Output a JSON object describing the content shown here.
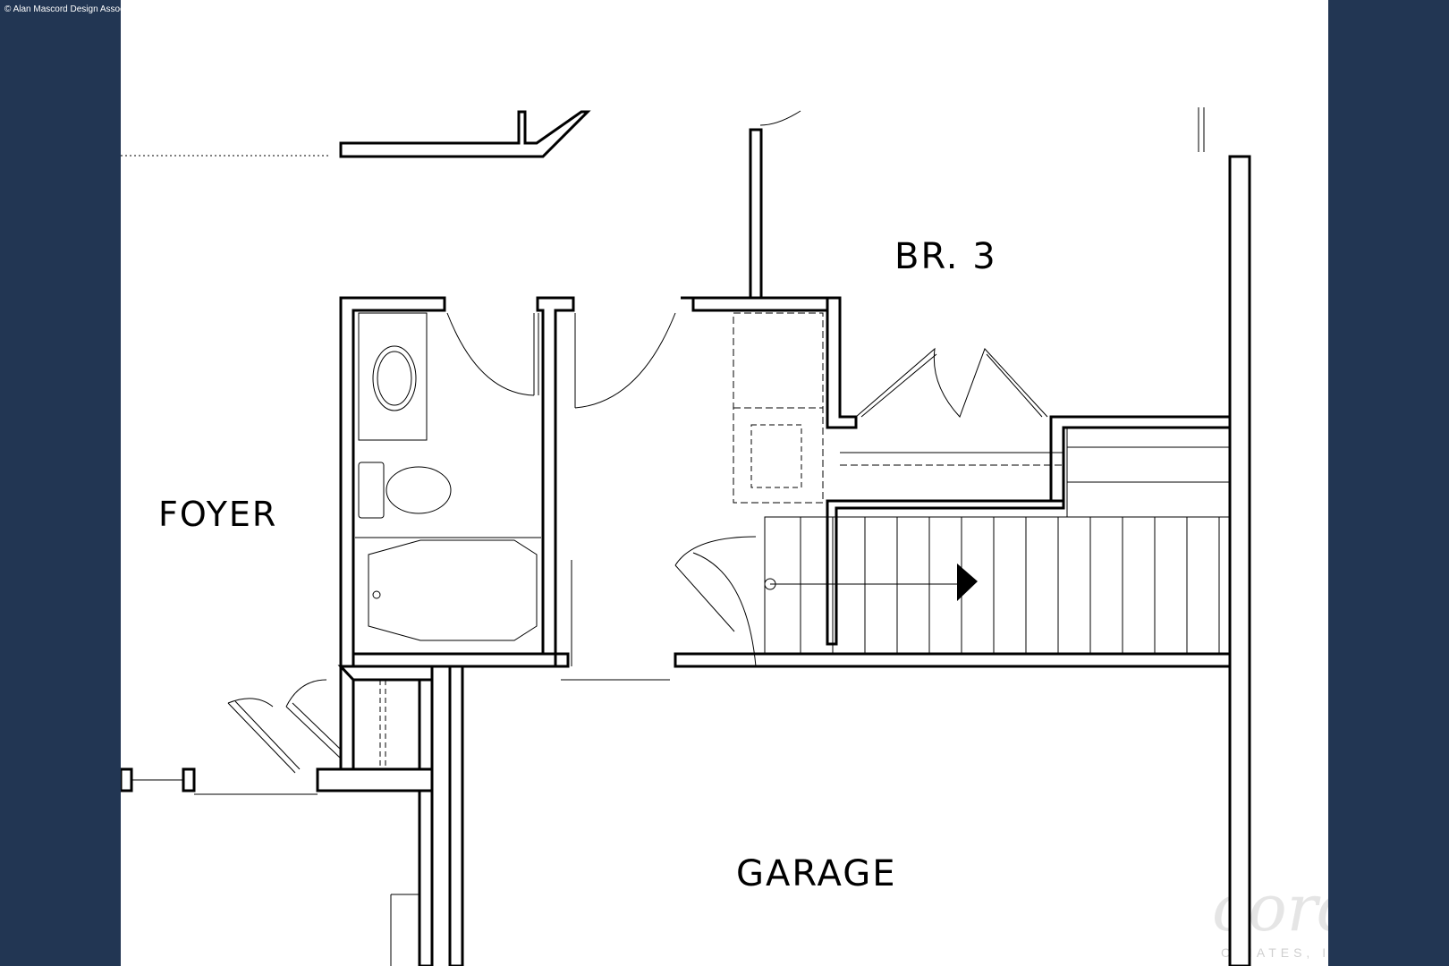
{
  "copyright": "© Alan Mascord Design Assoc",
  "rooms": {
    "br3": "BR. 3",
    "foyer": "FOYER",
    "garage": "GARAGE"
  },
  "watermark": {
    "script": "cord",
    "caption": "OCIATES, INC."
  }
}
